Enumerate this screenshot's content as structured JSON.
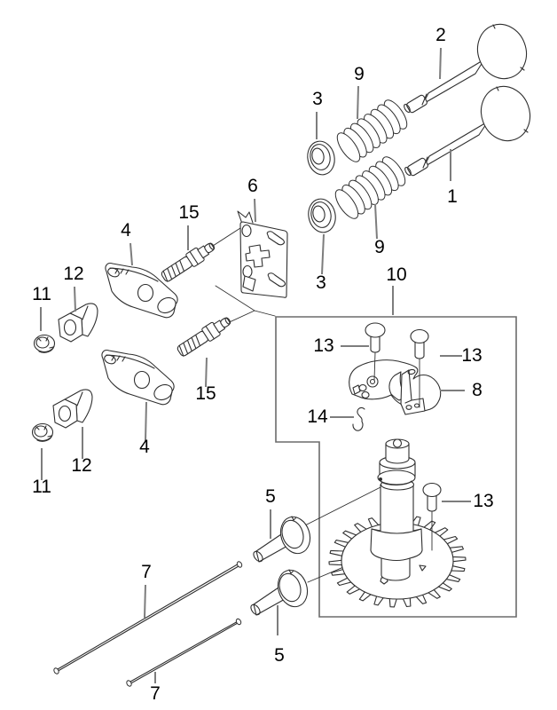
{
  "diagram": {
    "type": "exploded-parts-diagram",
    "subject": "engine-valve-train-and-camshaft",
    "background": "#ffffff",
    "line_color": "#2f2f2f",
    "leader_color": "#7d7d7d",
    "box_color": "#6b6b6b",
    "label_color": "#000000"
  },
  "labels": [
    {
      "part": "valve-2",
      "text": "2"
    },
    {
      "part": "valve-spring-upper",
      "text": "9"
    },
    {
      "part": "spring-retainer-upper",
      "text": "3"
    },
    {
      "part": "valve-1",
      "text": "1"
    },
    {
      "part": "spring-retainer-lower",
      "text": "3"
    },
    {
      "part": "valve-spring-lower",
      "text": "9"
    },
    {
      "part": "retainer-plate",
      "text": "6"
    },
    {
      "part": "pivot-stud-upper",
      "text": "15"
    },
    {
      "part": "rocker-arm-upper",
      "text": "4"
    },
    {
      "part": "pivot-nut-upper",
      "text": "12"
    },
    {
      "part": "lock-nut-upper",
      "text": "11"
    },
    {
      "part": "pivot-stud-lower",
      "text": "15"
    },
    {
      "part": "rocker-arm-lower",
      "text": "4"
    },
    {
      "part": "pivot-nut-lower",
      "text": "12"
    },
    {
      "part": "lock-nut-lower",
      "text": "11"
    },
    {
      "part": "camshaft-assembly-box",
      "text": "10"
    },
    {
      "part": "bolt-upper-left",
      "text": "13"
    },
    {
      "part": "bolt-upper-right",
      "text": "13"
    },
    {
      "part": "governor-weight",
      "text": "8"
    },
    {
      "part": "governor-clip",
      "text": "14"
    },
    {
      "part": "bolt-lower",
      "text": "13"
    },
    {
      "part": "tappet-upper",
      "text": "5"
    },
    {
      "part": "tappet-lower",
      "text": "5"
    },
    {
      "part": "push-rod-upper",
      "text": "7"
    },
    {
      "part": "push-rod-lower",
      "text": "7"
    }
  ]
}
